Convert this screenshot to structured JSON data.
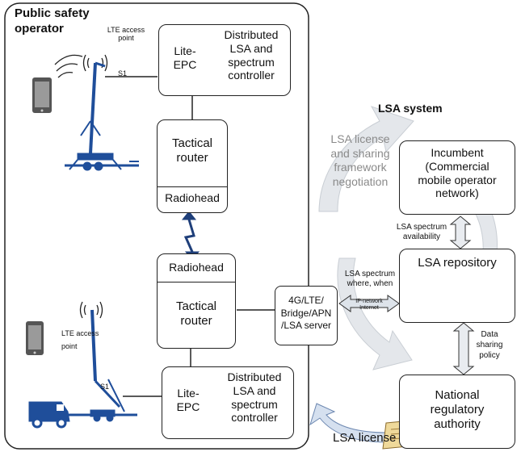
{
  "operator": {
    "title_line1": "Public safety",
    "title_line2": "operator"
  },
  "lsa_system_title": "LSA system",
  "top": {
    "ap_label_line1": "LTE access",
    "ap_label_line2": "point",
    "s1": "S1",
    "epc_line1": "Lite-",
    "epc_line2": "EPC",
    "ctrl_line1": "Distributed",
    "ctrl_line2": "LSA and",
    "ctrl_line3": "spectrum",
    "ctrl_line4": "controller",
    "router_line1": "Tactical",
    "router_line2": "router",
    "radiohead": "Radiohead"
  },
  "bottom": {
    "ap_label_line1": "LTE access",
    "ap_label_line2": "point",
    "s1": "S1",
    "epc_line1": "Lite-",
    "epc_line2": "EPC",
    "ctrl_line1": "Distributed",
    "ctrl_line2": "LSA and",
    "ctrl_line3": "spectrum",
    "ctrl_line4": "controller",
    "router_line1": "Tactical",
    "router_line2": "router",
    "radiohead": "Radiohead"
  },
  "gateway": {
    "line1": "4G/LTE/",
    "line2": "Bridge/APN",
    "line3": "/LSA server"
  },
  "ip_network": {
    "line1": "IP-network",
    "line2": "Internet"
  },
  "lsa_spectrum_where": {
    "line1": "LSA spectrum",
    "line2": "where, when"
  },
  "negotiation": {
    "line1": "LSA license",
    "line2": "and sharing",
    "line3": "framework",
    "line4": "negotiation"
  },
  "incumbent": {
    "line1": "Incumbent",
    "line2": "(Commercial",
    "line3": "mobile operator",
    "line4": "network)"
  },
  "availability": {
    "line1": "LSA spectrum",
    "line2": "availability"
  },
  "repository": {
    "title": "LSA repository"
  },
  "data_sharing": {
    "line1": "Data",
    "line2": "sharing",
    "line3": "policy"
  },
  "nra": {
    "line1": "National",
    "line2": "regulatory",
    "line3": "authority"
  },
  "lsa_license": "LSA license",
  "colors": {
    "blue": "#1f4e9a",
    "gray_arrow": "#e3e6ea",
    "cylinder": "#8fb2de"
  }
}
